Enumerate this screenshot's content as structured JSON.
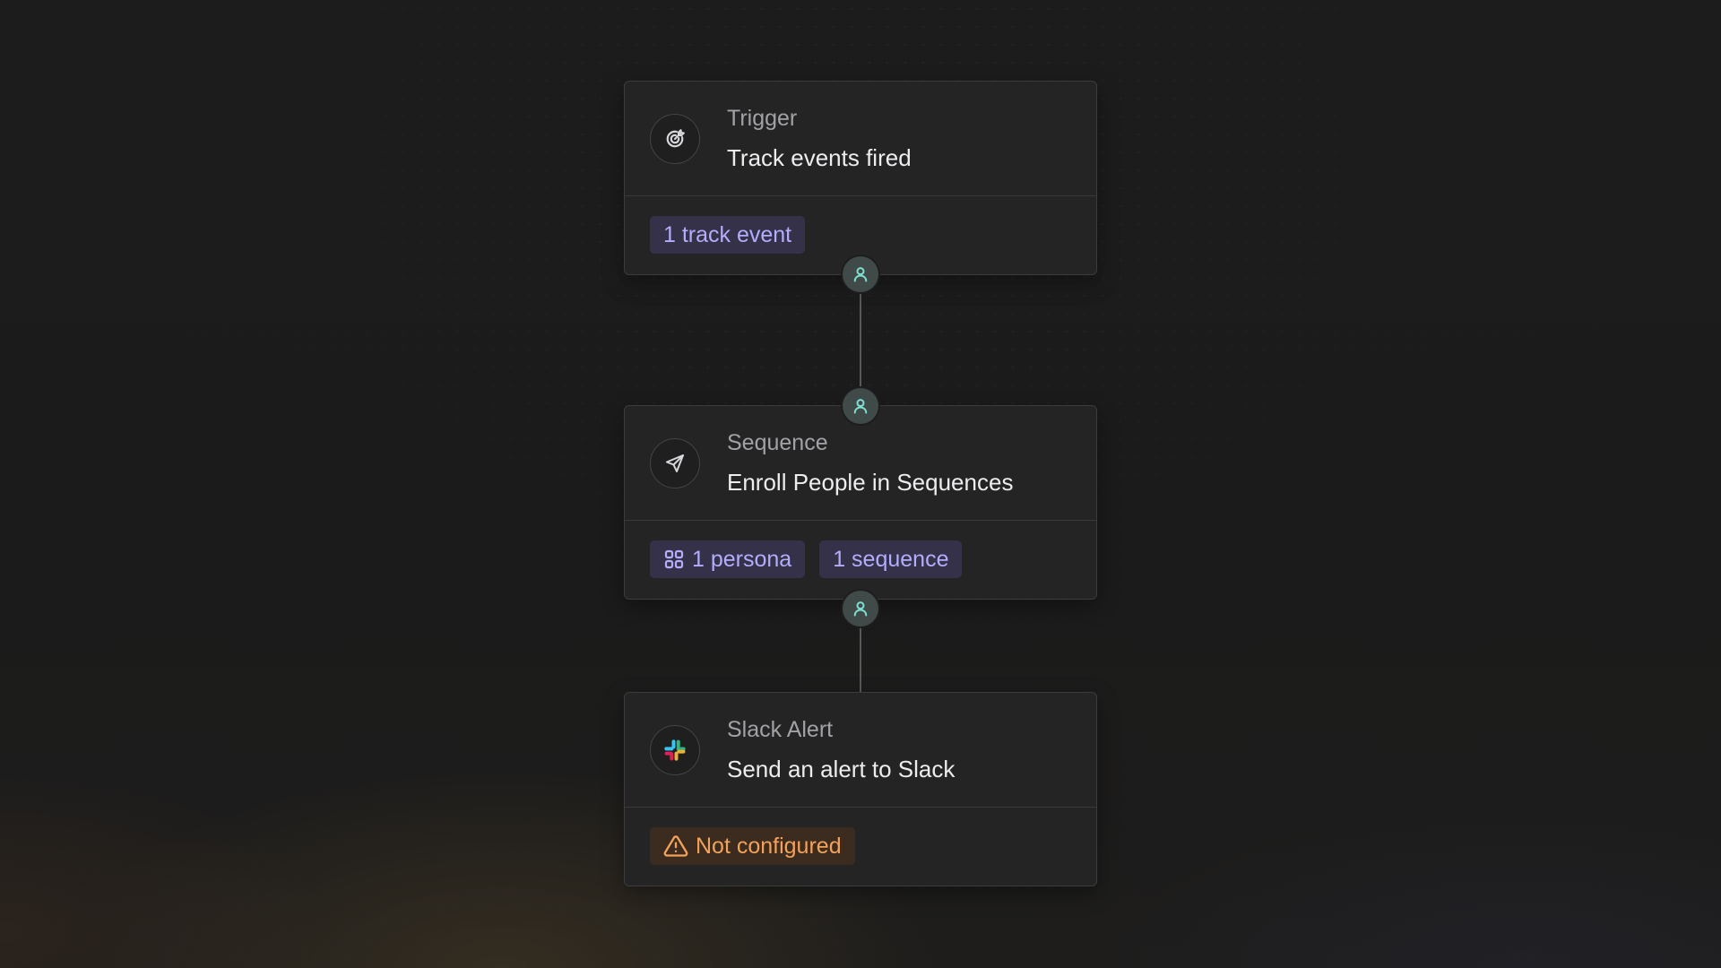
{
  "workflow": {
    "nodes": [
      {
        "kind": "Trigger",
        "title": "Track events fired",
        "icon": "target-icon",
        "chips": [
          {
            "label": "1 track event",
            "style": "info"
          }
        ]
      },
      {
        "kind": "Sequence",
        "title": "Enroll People in Sequences",
        "icon": "send-icon",
        "chips": [
          {
            "label": "1 persona",
            "style": "info",
            "icon": "grid-icon"
          },
          {
            "label": "1 sequence",
            "style": "info"
          }
        ]
      },
      {
        "kind": "Slack Alert",
        "title": "Send an alert to Slack",
        "icon": "slack-icon",
        "chips": [
          {
            "label": "Not configured",
            "style": "warning",
            "icon": "warning-icon"
          }
        ]
      }
    ],
    "port_icon": "person-icon"
  },
  "colors": {
    "background": "#1b1b1c",
    "node_background": "#242425",
    "node_border": "#3c3c3e",
    "info_chip_bg": "#343148",
    "info_chip_text": "#b3adfb",
    "warning_chip_bg": "#3b2c1f",
    "warning_chip_text": "#f3a257",
    "port_background": "#3f4a49",
    "port_icon": "#7fe0d0"
  }
}
